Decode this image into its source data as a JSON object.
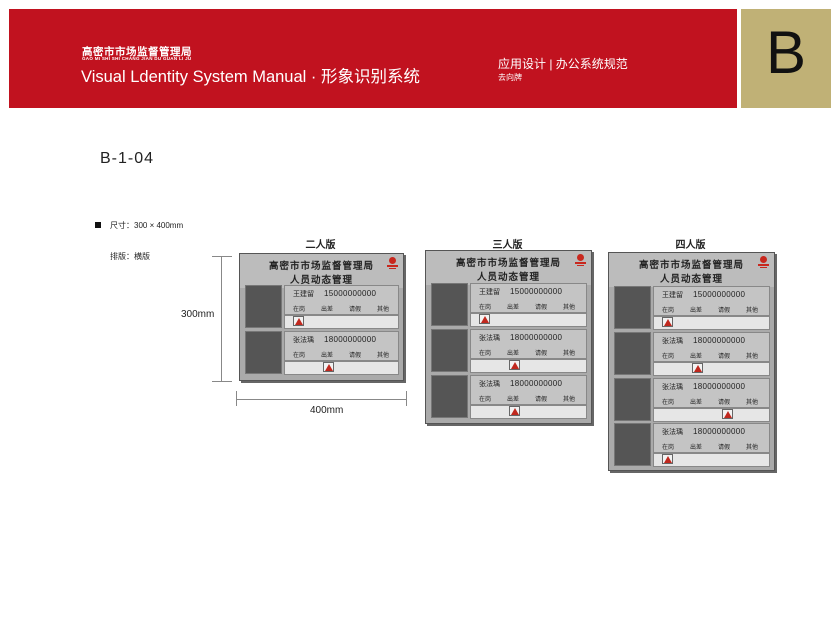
{
  "header": {
    "org_cn": "高密市市场监督管理局",
    "org_pinyin": "GAO MI SHI SHI CHANG JIAN DU GUAN LI JU",
    "manual_title": "Visual Ldentity System Manual · 形象识别系统",
    "section_title": "应用设计 | 办公系统规范",
    "section_sub": "去向牌",
    "badge_letter": "B"
  },
  "colors": {
    "header_red": "#c1121f",
    "badge_gold": "#c0b176"
  },
  "code": "B-1-04",
  "spec": {
    "size": "尺寸：300 × 400mm",
    "layout": "排版：横版"
  },
  "dimensions": {
    "height_label": "300mm",
    "width_label": "400mm"
  },
  "boards": [
    {
      "title": "二人版",
      "head_name": "高密市市场监督管理局",
      "head_sub": "人员动态管理",
      "people": [
        {
          "name": "王建留",
          "phone": "15000000000",
          "statuses": [
            "在岗",
            "出差",
            "请假",
            "其他"
          ],
          "status_index": 0
        },
        {
          "name": "张法瑀",
          "phone": "18000000000",
          "statuses": [
            "在岗",
            "出差",
            "请假",
            "其他"
          ],
          "status_index": 1
        }
      ]
    },
    {
      "title": "三人版",
      "head_name": "高密市市场监督管理局",
      "head_sub": "人员动态管理",
      "people": [
        {
          "name": "王建留",
          "phone": "15000000000",
          "statuses": [
            "在岗",
            "出差",
            "请假",
            "其他"
          ],
          "status_index": 0
        },
        {
          "name": "张法瑀",
          "phone": "18000000000",
          "statuses": [
            "在岗",
            "出差",
            "请假",
            "其他"
          ],
          "status_index": 1
        },
        {
          "name": "张法瑀",
          "phone": "18000000000",
          "statuses": [
            "在岗",
            "出差",
            "请假",
            "其他"
          ],
          "status_index": 1
        }
      ]
    },
    {
      "title": "四人版",
      "head_name": "高密市市场监督管理局",
      "head_sub": "人员动态管理",
      "people": [
        {
          "name": "王建留",
          "phone": "15000000000",
          "statuses": [
            "在岗",
            "出差",
            "请假",
            "其他"
          ],
          "status_index": 0
        },
        {
          "name": "张法瑀",
          "phone": "18000000000",
          "statuses": [
            "在岗",
            "出差",
            "请假",
            "其他"
          ],
          "status_index": 1
        },
        {
          "name": "张法瑀",
          "phone": "18000000000",
          "statuses": [
            "在岗",
            "出差",
            "请假",
            "其他"
          ],
          "status_index": 2
        },
        {
          "name": "张法瑀",
          "phone": "18000000000",
          "statuses": [
            "在岗",
            "出差",
            "请假",
            "其他"
          ],
          "status_index": 0
        }
      ]
    }
  ]
}
